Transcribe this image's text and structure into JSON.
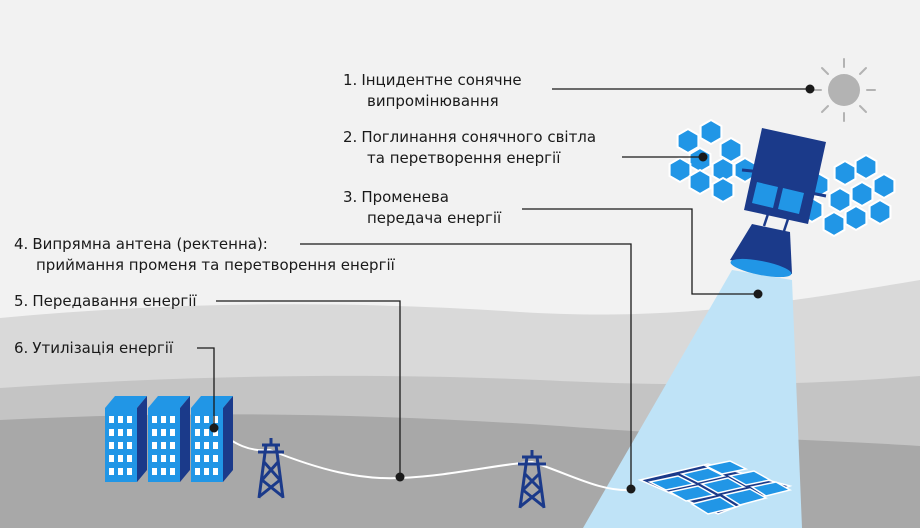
{
  "colors": {
    "background": "#f2f2f2",
    "ground_far": "#d9d9d9",
    "ground_mid": "#c4c4c4",
    "ground_near": "#a8a8a8",
    "dark_blue": "#1b3a8a",
    "light_blue": "#2196e6",
    "beam": "#bfe3f7",
    "sun": "#b3b3b3",
    "leader": "#1a1a1a",
    "cable": "#ffffff"
  },
  "steps": [
    {
      "number": "1.",
      "line1": "Інцидентне сонячне",
      "line2": "випромінювання"
    },
    {
      "number": "2.",
      "line1": "Поглинання сонячного світла",
      "line2": "та перетворення енергії"
    },
    {
      "number": "3.",
      "line1": "Променева",
      "line2": "передача енергії"
    },
    {
      "number": "4.",
      "line1": "Випрямна антена (ректенна):",
      "line2": "приймання променя та перетворення енергії"
    },
    {
      "number": "5.",
      "line1": "Передавання енергії",
      "line2": ""
    },
    {
      "number": "6.",
      "line1": "Утилізація енергії",
      "line2": ""
    }
  ],
  "icons": [
    "sun-icon",
    "satellite-icon",
    "transmitter-dish-icon",
    "rectenna-icon",
    "power-tower-icon",
    "building-icon"
  ]
}
